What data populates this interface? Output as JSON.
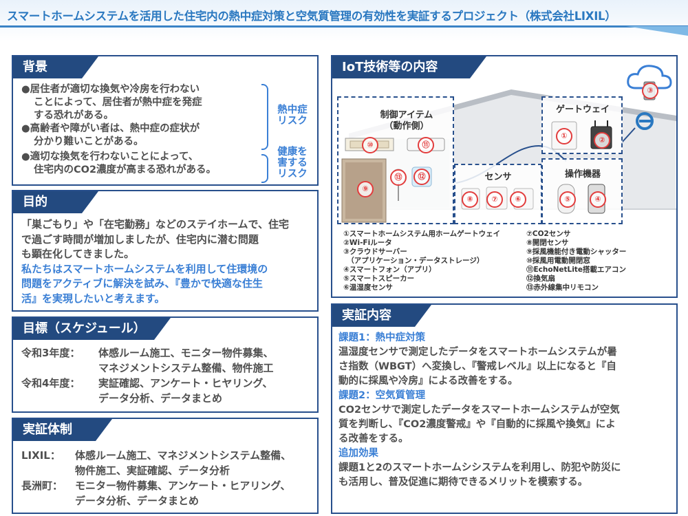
{
  "page": {
    "title": "スマートホームシステムを活用した住宅内の熱中症対策と空気質管理の有効性を実証するプロジェクト（株式会社LIXIL）"
  },
  "colors": {
    "navy": "#234a80",
    "accent_blue": "#3a7fd5",
    "title_blue": "#2a78c0",
    "marker_red": "#e23c3c"
  },
  "background": {
    "heading": "背景",
    "bullets": [
      {
        "lines": [
          "●居住者が適切な換気や冷房を行わない",
          "ことによって、居住者が熱中症を発症",
          "する恐れがある。"
        ]
      },
      {
        "lines": [
          "●高齢者や障がい者は、熱中症の症状が",
          "分かり難いことがある。"
        ]
      },
      {
        "lines": [
          "●適切な換気を行わないことによって、",
          "住宅内のCO2濃度が高まる恐れがある。"
        ]
      }
    ],
    "risk1": [
      "熱中症",
      "リスク"
    ],
    "risk2": [
      "健康を",
      "害する",
      "リスク"
    ]
  },
  "purpose": {
    "heading": "目的",
    "lines": [
      "「巣ごもり」や「在宅勤務」などのステイホームで、住宅",
      "で過ごす時間が増加しましたが、住宅内に潜む問題",
      "も顕在化してきました。"
    ],
    "highlight": [
      "私たちはスマートホームシステムを利用して住環境の",
      "問題をアクティブに解決を試み、『豊かで快適な住生",
      "活』を実現したいと考えます。"
    ]
  },
  "goal": {
    "heading": "目標（スケジュール）",
    "rows": [
      {
        "year": "令和3年度：",
        "items": [
          "体感ルーム施工、モニター物件募集、",
          "マネジメントシステム整備、物件施工"
        ]
      },
      {
        "year": "令和4年度：",
        "items": [
          "実証確認、アンケート・ヒヤリング、",
          "データ分析、データまとめ"
        ]
      }
    ]
  },
  "structure": {
    "heading": "実証体制",
    "rows": [
      {
        "org": "LIXIL：",
        "items": [
          "体感ルーム施工、マネジメントシステム整備、",
          "物件施工、実証確認、データ分析"
        ]
      },
      {
        "org": "長洲町：",
        "items": [
          "モニター物件募集、アンケート・ヒアリング、",
          "データ分析、データまとめ"
        ]
      }
    ]
  },
  "iot": {
    "heading": "IoT技術等の内容",
    "groups": {
      "control": [
        "制御アイテム",
        "（動作側）"
      ],
      "gateway": "ゲートウェイ",
      "sensor": "センサ",
      "operation": "操作機器"
    },
    "markers": [
      "①",
      "②",
      "③",
      "④",
      "⑤",
      "⑥",
      "⑦",
      "⑧",
      "⑨",
      "⑩",
      "⑪",
      "⑫",
      "⑬"
    ],
    "legend_left": [
      "①スマートホームシステム用ホームゲートウェイ",
      "②Wi-Fiルータ",
      "③クラウドサーバー",
      "　（アプリケーション・データストレージ）",
      "④スマートフォン（アプリ）",
      "⑤スマートスピーカー",
      "⑥温湿度センサ"
    ],
    "legend_right": [
      "⑦CO2センサ",
      "⑧開閉センサ",
      "⑨採風機能付き電動シャッター",
      "⑩採風用電動開閉窓",
      "⑪EchoNetLite搭載エアコン",
      "⑫換気扇",
      "⑬赤外線集中リモコン"
    ],
    "icons": [
      "cloud-icon",
      "browser-icon",
      "router-icon",
      "gateway-icon",
      "speaker-icon",
      "smartphone-icon",
      "shutter-icon",
      "window-icon",
      "aircon-icon",
      "fan-icon",
      "remote-icon",
      "sensor-icon"
    ]
  },
  "demo": {
    "heading": "実証内容",
    "task1_title": "課題1：熱中症対策",
    "task1_lines": [
      "温湿度センサで測定したデータをスマートホームシステムが暑",
      "さ指数（WBGT）へ変換し、『警戒レベル』以上になると『自",
      "動的に採風や冷房』による改善をする。"
    ],
    "task2_title": "課題2：空気質管理",
    "task2_lines": [
      "CO2センサで測定したデータをスマートホームシステムが空気",
      "質を判断し、『CO2濃度警戒』や『自動的に採風や換気』によ",
      "る改善をする。"
    ],
    "extra_title": "追加効果",
    "extra_lines": [
      "課題1と2のスマートホームシシステムを利用し、防犯や防災に",
      "も活用し、普及促進に期待できるメリットを模索する。"
    ]
  }
}
